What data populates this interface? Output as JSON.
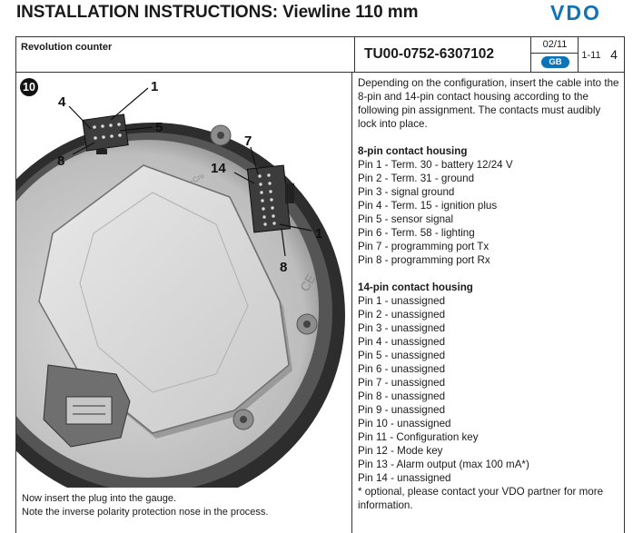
{
  "header": {
    "title": "INSTALLATION INSTRUCTIONS: Viewline 110 mm",
    "brand": "VDO",
    "product": "Revolution counter",
    "doc_number": "TU00-0752-6307102",
    "date": "02/11",
    "language": "GB",
    "page_range": "1-11",
    "page": "4"
  },
  "figure": {
    "step_number": "10",
    "callouts": {
      "plug8_pin_first": "1",
      "plug8_pin_4": "4",
      "plug8_pin_5": "5",
      "plug8_pin_last": "8",
      "plug14_pin_7": "7",
      "plug14_pin_14": "14",
      "plug14_pin_1": "1",
      "plug14_pin_8": "8"
    },
    "housing_marks": [
      "+Cru",
      "CE"
    ]
  },
  "caption": [
    "Now insert the plug into the gauge.",
    "Note the inverse polarity protection nose in the process."
  ],
  "intro": "Depending on the configuration, insert the cable into the 8-pin and 14-pin contact housing according to the following pin assignment. The contacts must audibly lock into place.",
  "pins8": {
    "heading": "8-pin contact housing",
    "items": [
      "Pin 1 - Term. 30 - battery 12/24 V",
      "Pin 2 - Term. 31 - ground",
      "Pin 3 - signal ground",
      "Pin 4 - Term. 15 - ignition plus",
      "Pin 5 - sensor signal",
      "Pin 6 - Term. 58 - lighting",
      "Pin 7 - programming port Tx",
      "Pin 8 - programming port Rx"
    ]
  },
  "pins14": {
    "heading": "14-pin contact housing",
    "items": [
      "Pin 1 - unassigned",
      "Pin 2 - unassigned",
      "Pin 3 - unassigned",
      "Pin 4 - unassigned",
      "Pin 5 - unassigned",
      "Pin 6 - unassigned",
      "Pin 7 - unassigned",
      "Pin 8 - unassigned",
      "Pin 9 - unassigned",
      "Pin 10 - unassigned",
      "Pin 11 - Configuration key",
      "Pin 12 - Mode key",
      "Pin 13 - Alarm output (max 100 mA*)",
      "Pin 14 - unassigned"
    ]
  },
  "footnote": "* optional, please contact your VDO partner for more information."
}
